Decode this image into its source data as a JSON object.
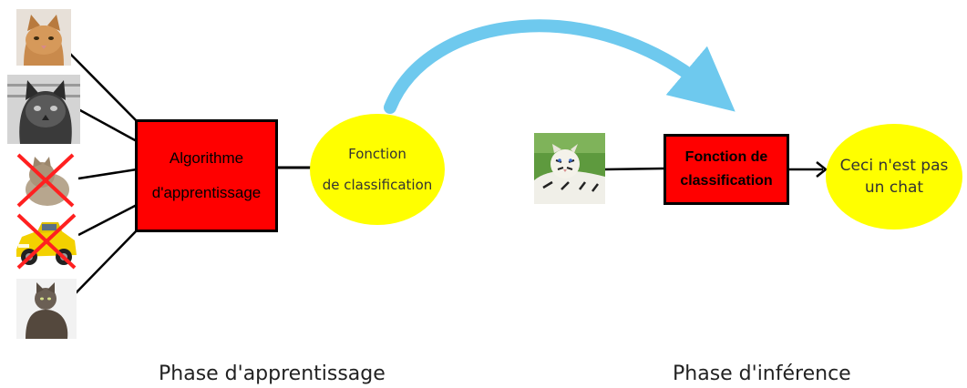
{
  "training": {
    "algorithm_label_line1": "Algorithme",
    "algorithm_label_line2": "d'apprentissage",
    "output_line1": "Fonction",
    "output_line2": "de classification",
    "samples": [
      {
        "subject": "cat",
        "rejected": false
      },
      {
        "subject": "cat-grayscale",
        "rejected": false
      },
      {
        "subject": "animal",
        "rejected": true
      },
      {
        "subject": "yellow-car",
        "rejected": true
      },
      {
        "subject": "cat",
        "rejected": false
      }
    ],
    "caption": "Phase d'apprentissage"
  },
  "inference": {
    "input_subject": "white-tiger",
    "function_label_line1": "Fonction de",
    "function_label_line2": "classification",
    "output_line1": "Ceci n'est pas",
    "output_line2": "un chat",
    "caption": "Phase d'inférence"
  },
  "colors": {
    "box": "#ff0000",
    "ellipse": "#ffff00",
    "arrow": "#6ec9ee",
    "reject_cross": "#ff2020"
  }
}
